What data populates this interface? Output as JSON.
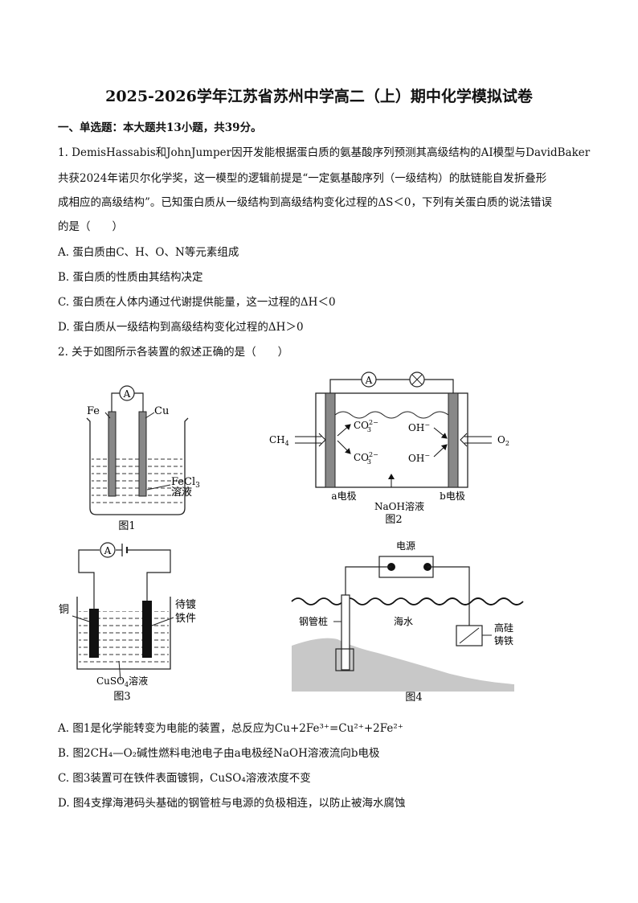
{
  "title": "2025-2026学年江苏省苏州中学高二（上）期中化学模拟试卷",
  "section": "一、单选题：本大题共13小题，共39分。",
  "q1": {
    "lines": [
      "1. DemisHassabis和JohnJumper因开发能根据蛋白质的氨基酸序列预测其高级结构的AI模型与DavidBaker",
      "共获2024年诺贝尔化学奖，这一模型的逻辑前提是“一定氨基酸序列（一级结构）的肽链能自发折叠形",
      "成相应的高级结构”。已知蛋白质从一级结构到高级结构变化过程的ΔS＜0，下列有关蛋白质的说法错误",
      "的是（　　）"
    ],
    "options": [
      "A. 蛋白质由C、H、O、N等元素组成",
      "B. 蛋白质的性质由其结构决定",
      "C. 蛋白质在人体内通过代谢提供能量，这一过程的ΔH＜0",
      "D. 蛋白质从一级结构到高级结构变化过程的ΔH＞0"
    ]
  },
  "q2": {
    "stem": "2. 关于如图所示各装置的叙述正确的是（　　）",
    "fig1": {
      "ammeter": "A",
      "left": "Fe",
      "right": "Cu",
      "sol1": "FeCl",
      "sol1sub": "3",
      "sol2": "溶液",
      "caption": "图1"
    },
    "fig2": {
      "ammeter": "A",
      "ions": [
        "CO",
        "CO",
        "OH",
        "OH"
      ],
      "ionsup": [
        "2−",
        "2−",
        "−",
        "−"
      ],
      "ionsub": [
        "3",
        "3",
        "",
        ""
      ],
      "left": "CH",
      "leftsub": "4",
      "right": "O",
      "rightsub": "2",
      "aElec": "a电极",
      "bElec": "b电极",
      "sol": "NaOH溶液",
      "caption": "图2"
    },
    "fig3": {
      "ammeter": "A",
      "left": "铜",
      "right1": "待镀",
      "right2": "铁件",
      "sol": "CuSO",
      "solsub": "4",
      "sol2": "溶液",
      "caption": "图3"
    },
    "fig4": {
      "power": "电源",
      "pile": "钢管桩",
      "sea": "海水",
      "alloy1": "高硅",
      "alloy2": "铸铁",
      "caption": "图4"
    },
    "options": [
      "A. 图1是化学能转变为电能的装置，总反应为Cu+2Fe³⁺=Cu²⁺+2Fe²⁺",
      "B. 图2CH₄—O₂碱性燃料电池电子由a电极经NaOH溶液流向b电极",
      "C. 图3装置可在铁件表面镀铜，CuSO₄溶液浓度不变",
      "D. 图4支撑海港码头基础的钢管桩与电源的负极相连，以防止被海水腐蚀"
    ]
  }
}
